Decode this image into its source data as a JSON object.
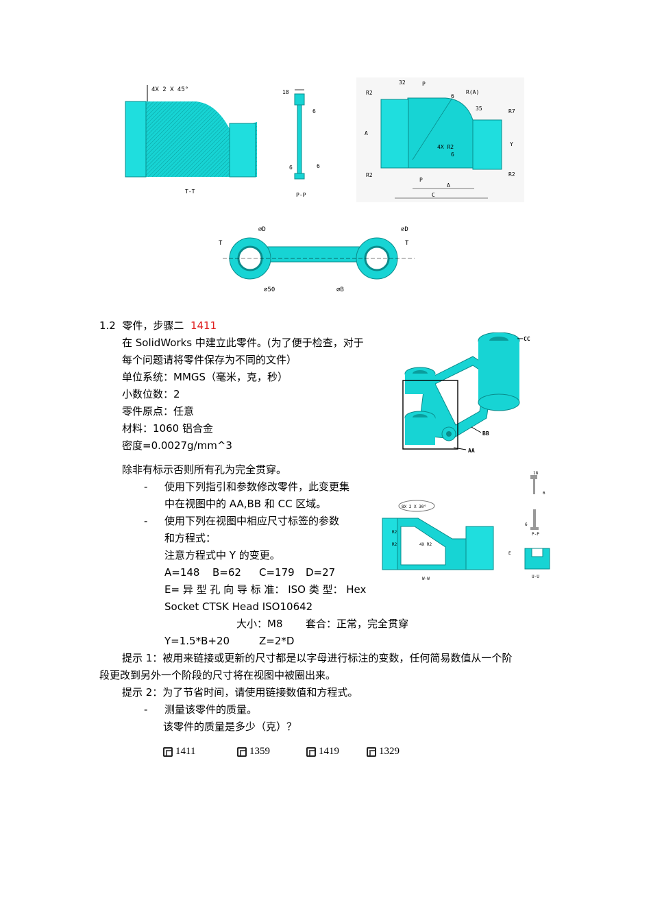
{
  "drawing_top": {
    "section_tt": "T-T",
    "chamfer_note": "4X 2 X 45°",
    "section_pp": "P-P",
    "pp_dim_18": "18",
    "pp_dim_6a": "6",
    "pp_dim_6b": "6",
    "pp_dim_6c": "6",
    "front": {
      "r2_tl": "R2",
      "r2_bl": "R2",
      "dim_32": "32",
      "dim_p_top": "P",
      "dim_6": "6",
      "r_a": "R(A)",
      "dim_35": "35",
      "r7": "R7",
      "dim_a_left": "A",
      "dim_y": "Y",
      "fillet_note": "4X R2",
      "dim_6b": "6",
      "r2_br": "R2",
      "dim_p_bot": "P",
      "dim_a_bot": "A",
      "dim_c": "C"
    },
    "top_view": {
      "dia_d_left": "∅D",
      "dia_d_right": "∅D",
      "t_left": "T",
      "t_right": "T",
      "dia_50": "∅50",
      "dia_b": "∅B"
    }
  },
  "section": {
    "number": "1.2",
    "title": "零件，步骤二",
    "answer": "1411"
  },
  "paragraphs": {
    "p1": "在 SolidWorks 中建立此零件。(为了便于检查，对于",
    "p2": "每个问题请将零件保存为不同的文件）",
    "units": "单位系统：MMGS（毫米，克，秒）",
    "decimals": "小数位数：2",
    "origin": "零件原点：任意",
    "material": "材料：1060 铝合金",
    "density": "密度=0.0027g/mm^3",
    "holes": "除非有标示否则所有孔为完全贯穿。",
    "bullet1_a": "使用下列指引和参数修改零件，此变更集",
    "bullet1_b": "中在视图中的 AA,BB 和 CC 区域。",
    "bullet2_a": "使用下列在视图中相应尺寸标签的参数",
    "bullet2_b": "和方程式：",
    "note_y": "注意方程式中 Y 的变更。",
    "params_a": "A=148",
    "params_b": "B=62",
    "params_c": "C=179",
    "params_d": "D=27",
    "param_e": "E= 异 型 孔 向 导    标 准： ISO    类 型： Hex",
    "param_e2": "Socket CTSK Head ISO10642",
    "size": "大小：M8",
    "fit": "套合：正常，完全贯穿",
    "eq_y": "Y=1.5*B+20",
    "eq_z": "Z=2*D",
    "hint1_a": "提示 1：被用来链接或更新的尺寸都是以字母进行标注的变数，任何简易数值从一个阶",
    "hint1_b": "段更改到另外一个阶段的尺寸将在视图中被圈出来。",
    "hint2": "提示 2：为了节省时间，请使用链接数值和方程式。",
    "bullet3": "测量该零件的质量。",
    "question": "该零件的质量是多少（克）？",
    "dash": "-"
  },
  "iso_labels": {
    "cc": "CC",
    "bb": "BB",
    "aa": "AA"
  },
  "small_views": {
    "circled_note": "8X 2 X 30°",
    "r2_a": "R2",
    "r2_b": "R2",
    "fillet": "4X R2",
    "ww": "W-W",
    "pp": "P-P",
    "uu": "U-U",
    "e_label": "E",
    "d18": "18",
    "d6a": "6",
    "d6b": "6"
  },
  "options": [
    "1411",
    "1359",
    "1419",
    "1329"
  ],
  "colors": {
    "cyan": "#17d4d4",
    "cyan_dark": "#0a8c8c",
    "answer": "#e02020"
  }
}
